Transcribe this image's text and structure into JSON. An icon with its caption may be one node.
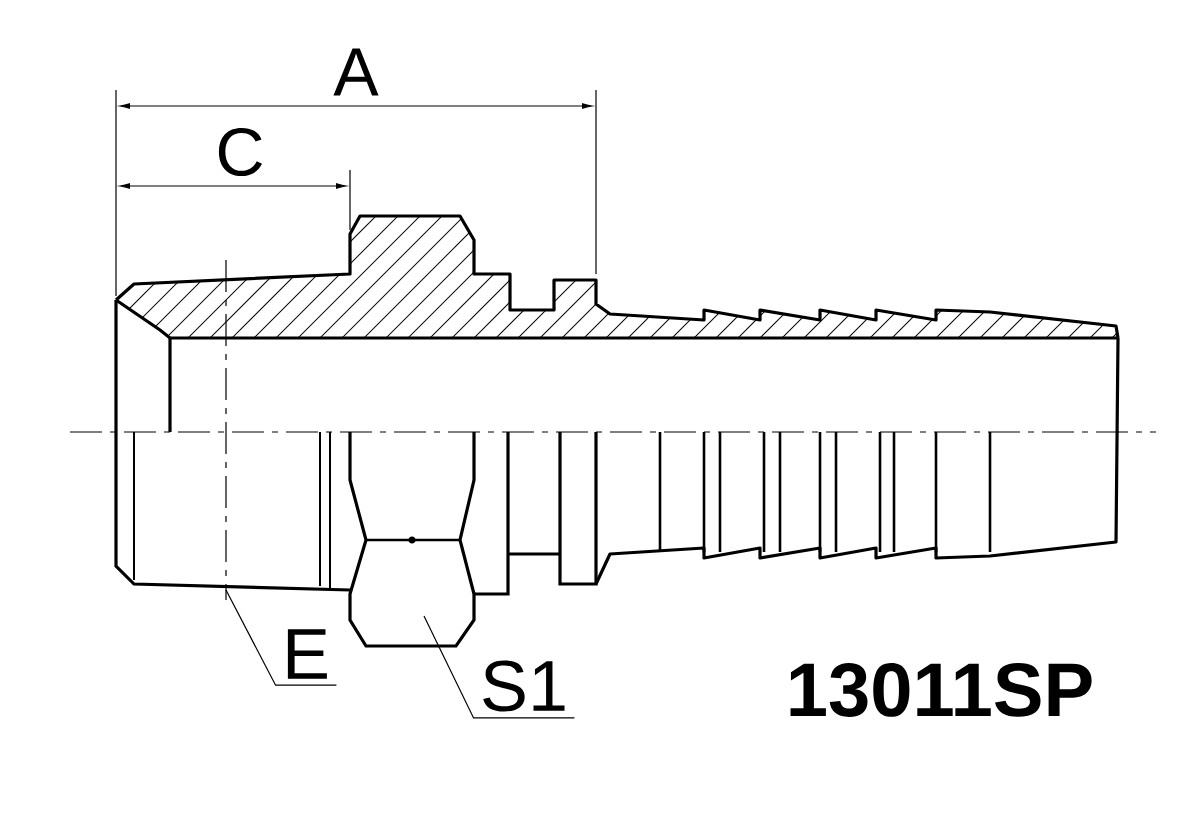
{
  "diagram": {
    "nodes": [
      {
        "text": [
          "E"
        ]
      },
      {
        "text": [
          "S1"
        ]
      }
    ],
    "edges": [
      {
        "from": 0,
        "to": null,
        "arrow": "none"
      },
      {
        "from": 1,
        "to": null,
        "arrow": "none"
      }
    ],
    "labels": [
      "A",
      "C",
      "13011SP"
    ]
  }
}
